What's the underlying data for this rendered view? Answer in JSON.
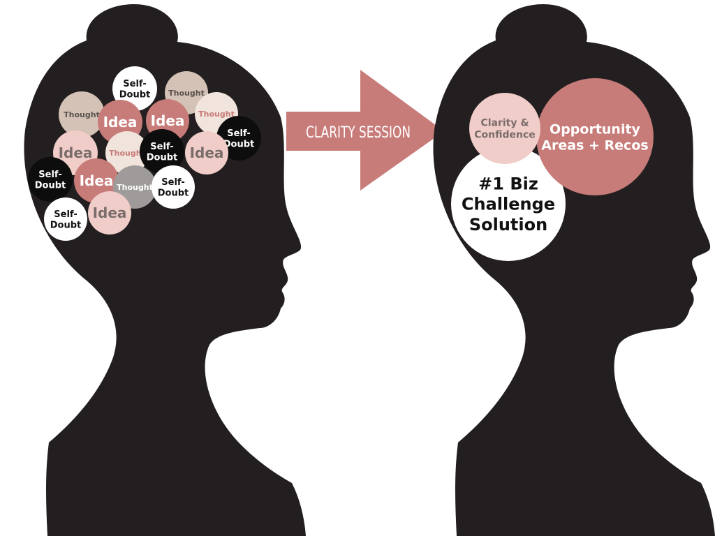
{
  "colors": {
    "silhouette": "#231f20",
    "black_bubble": "#0d0d0d",
    "white_bubble": "#ffffff",
    "rose": "#c87c79",
    "pink": "#f0cdc9",
    "taupe": "#d3c2b5",
    "cream": "#f0e4dc",
    "gray": "#9e9b9a",
    "arrow": "#c87c79"
  },
  "left_head": {
    "bubbles": [
      {
        "lines": [
          "Self-",
          "Doubt"
        ],
        "fill": "white_bubble",
        "text_color": "#111111"
      },
      {
        "lines": [
          "Thought"
        ],
        "fill": "taupe",
        "text_color": "#5a524c"
      },
      {
        "lines": [
          "Thought"
        ],
        "fill": "taupe",
        "text_color": "#5a524c"
      },
      {
        "lines": [
          "Idea"
        ],
        "fill": "rose",
        "text_color": "#ffffff"
      },
      {
        "lines": [
          "Idea"
        ],
        "fill": "rose",
        "text_color": "#ffffff"
      },
      {
        "lines": [
          "Thought"
        ],
        "fill": "cream",
        "text_color": "#c87c79"
      },
      {
        "lines": [
          "Self-",
          "Doubt"
        ],
        "fill": "black_bubble",
        "text_color": "#ffffff"
      },
      {
        "lines": [
          "Idea"
        ],
        "fill": "pink",
        "text_color": "#7a6c6a"
      },
      {
        "lines": [
          "Thought"
        ],
        "fill": "cream",
        "text_color": "#c87c79"
      },
      {
        "lines": [
          "Self-",
          "Doubt"
        ],
        "fill": "black_bubble",
        "text_color": "#ffffff"
      },
      {
        "lines": [
          "Idea"
        ],
        "fill": "pink",
        "text_color": "#7a6c6a"
      },
      {
        "lines": [
          "Self-",
          "Doubt"
        ],
        "fill": "black_bubble",
        "text_color": "#ffffff"
      },
      {
        "lines": [
          "Idea"
        ],
        "fill": "rose",
        "text_color": "#ffffff"
      },
      {
        "lines": [
          "Thought"
        ],
        "fill": "gray",
        "text_color": "#ffffff"
      },
      {
        "lines": [
          "Self-",
          "Doubt"
        ],
        "fill": "white_bubble",
        "text_color": "#111111"
      },
      {
        "lines": [
          "Self-",
          "Doubt"
        ],
        "fill": "white_bubble",
        "text_color": "#111111"
      },
      {
        "lines": [
          "Idea"
        ],
        "fill": "pink",
        "text_color": "#7a6c6a"
      }
    ]
  },
  "arrow": {
    "label": "CLARITY SESSION"
  },
  "right_head": {
    "bubbles": [
      {
        "lines": [
          "#1 Biz",
          "Challenge",
          "Solution"
        ],
        "fill": "white_bubble",
        "text_color": "#111111"
      },
      {
        "lines": [
          "Opportunity",
          "Areas + Recos"
        ],
        "fill": "rose",
        "text_color": "#ffffff"
      },
      {
        "lines": [
          "Clarity &",
          "Confidence"
        ],
        "fill": "pink",
        "text_color": "#7a6c6a"
      }
    ]
  }
}
